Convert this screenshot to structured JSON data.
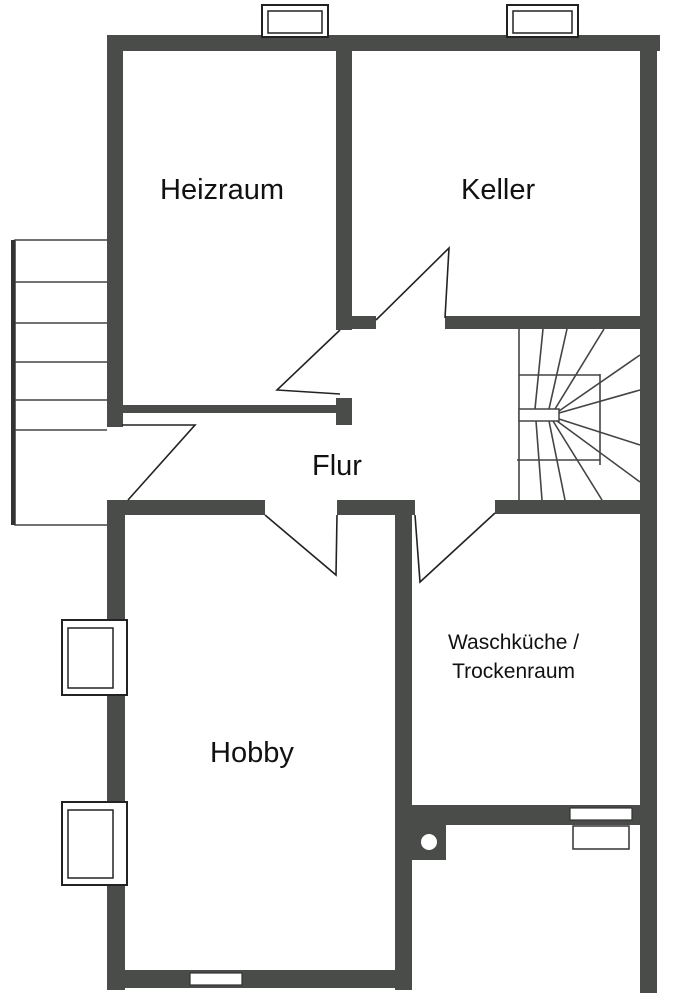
{
  "rooms": {
    "heizraum": "Heizraum",
    "keller": "Keller",
    "flur": "Flur",
    "waschkueche_line1": "Waschküche /",
    "waschkueche_line2": "Trockenraum",
    "hobby": "Hobby"
  },
  "colors": {
    "wall": "#4a4c4a",
    "line": "#222222"
  }
}
